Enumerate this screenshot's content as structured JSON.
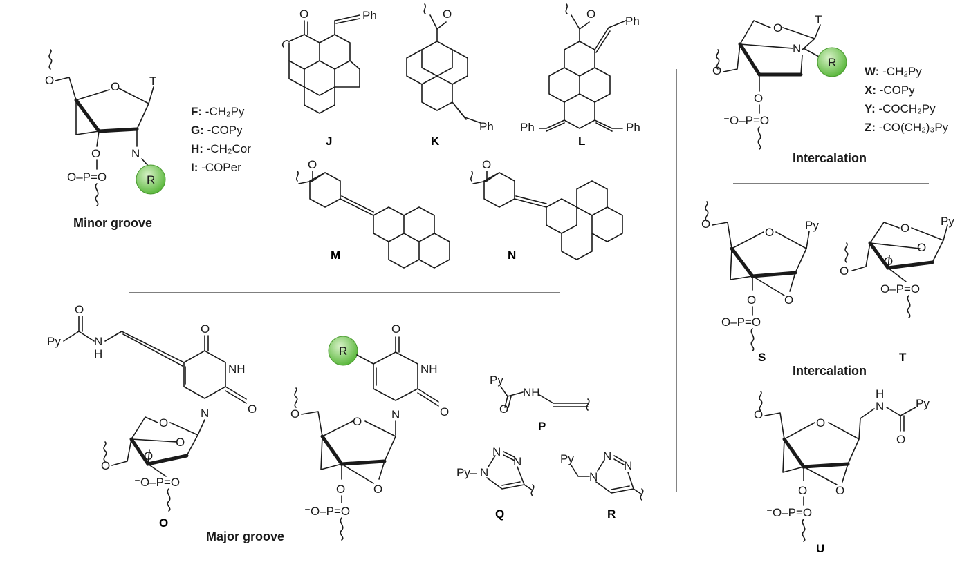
{
  "sections": {
    "minor": "Minor groove",
    "intercalation_1": "Intercalation",
    "intercalation_2": "Intercalation",
    "major": "Major groove"
  },
  "compound_labels": {
    "J": "J",
    "K": "K",
    "L": "L",
    "M": "M",
    "N": "N",
    "O": "O",
    "P": "P",
    "Q": "Q",
    "R": "R",
    "S": "S",
    "T": "T",
    "U": "U"
  },
  "minor_substituents": [
    {
      "key": "F:",
      "value": "-CH₂Py"
    },
    {
      "key": "G:",
      "value": "-COPy"
    },
    {
      "key": "H:",
      "value": "-CH₂Cor"
    },
    {
      "key": "I:",
      "value": "-COPer"
    }
  ],
  "intercalation_substituents": [
    {
      "key": "W:",
      "value": "-CH₂Py"
    },
    {
      "key": "X:",
      "value": "-COPy"
    },
    {
      "key": "Y:",
      "value": "-COCH₂Py"
    },
    {
      "key": "Z:",
      "value": "-CO(CH₂)₃Py"
    }
  ],
  "atoms": {
    "O": "O",
    "T": "T",
    "N": "N",
    "NH": "NH",
    "H": "H",
    "Ph": "Ph",
    "Py": "Py",
    "R": "R",
    "phosphate": "⁻O–P=O",
    "py_dash": "Py–"
  },
  "colors": {
    "r_group": "#6cc04a",
    "r_group_light": "#c9ecb4",
    "line": "#1a1a1a"
  }
}
